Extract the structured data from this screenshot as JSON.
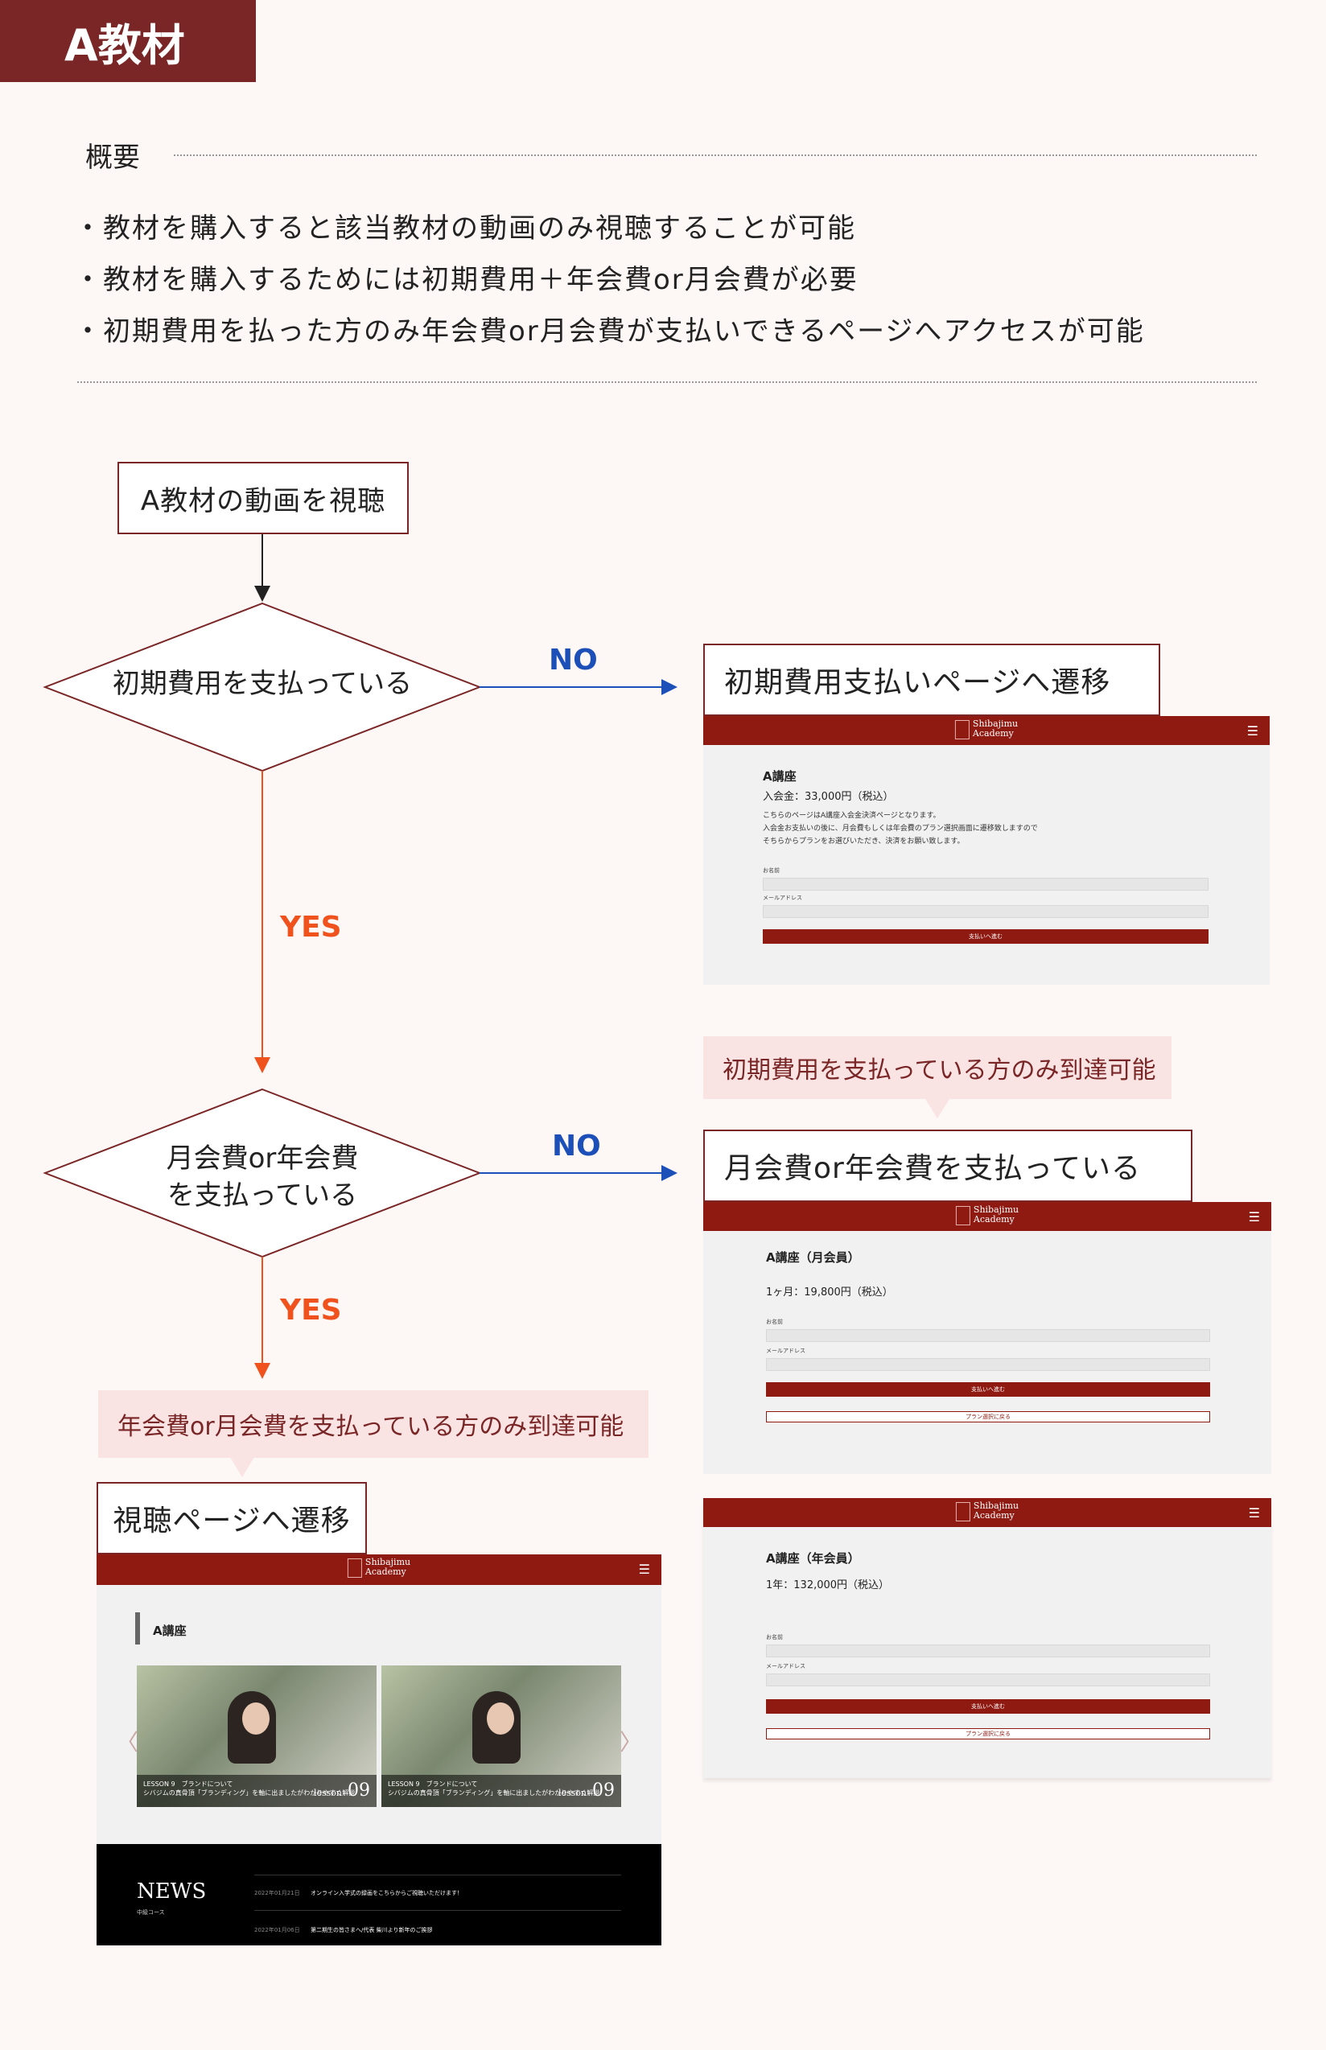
{
  "header": {
    "title": "A教材"
  },
  "overview": {
    "label": "概要",
    "bullets": [
      "・教材を購入すると該当教材の動画のみ視聴することが可能",
      "・教材を購入するためには初期費用＋年会費or月会費が必要",
      "・初期費用を払った方のみ年会費or月会費が支払いできるページへアクセスが可能"
    ]
  },
  "flow": {
    "start": "A教材の動画を視聴",
    "decision1": "初期費用を支払っている",
    "decision2_line1": "月会費or年会費",
    "decision2_line2": "を支払っている",
    "no_label": "NO",
    "yes_label": "YES",
    "result1": "初期費用支払いページへ遷移",
    "note1": "初期費用を支払っている方のみ到達可能",
    "result2": "月会費or年会費を支払っている",
    "note2": "年会費or月会費を支払っている方のみ到達可能",
    "result3": "視聴ページへ遷移"
  },
  "colors": {
    "brand": "#7a2626",
    "header_red": "#8f1a12",
    "no": "#1c4fb8",
    "yes": "#f0521d",
    "note_bg": "#f9e3e3"
  },
  "screen_common": {
    "logo_line1": "Shibajimu",
    "logo_line2": "Academy",
    "menu_icon": "☰"
  },
  "screen_entry": {
    "heading": "A講座",
    "price": "入会金：33,000円（税込）",
    "desc1": "こちらのページはA講座入会金決済ページとなります。",
    "desc2": "入会金お支払いの後に、月会費もしくは年会費のプラン選択画面に遷移致しますので",
    "desc3": "そちらからプランをお選びいただき、決済をお願い致します。",
    "name_label": "お名前",
    "email_label": "メールアドレス",
    "button": "支払いへ進む"
  },
  "screen_monthly": {
    "heading": "A講座（月会員）",
    "price": "1ヶ月：19,800円（税込）",
    "name_label": "お名前",
    "email_label": "メールアドレス",
    "button": "支払いへ進む",
    "back_button": "プラン選択に戻る"
  },
  "screen_yearly": {
    "heading": "A講座（年会員）",
    "price": "1年：132,000円（税込）",
    "name_label": "お名前",
    "email_label": "メールアドレス",
    "button": "支払いへ進む",
    "back_button": "プラン選択に戻る"
  },
  "screen_view": {
    "heading": "A講座",
    "card1_caption1": "LESSON 9　ブランドについて",
    "card1_caption2": "シバジムの真骨頂「ブランディング」を軸に出ましたがわかりやすく解説",
    "card2_caption1": "LESSON 9　ブランドについて",
    "card2_caption2": "シバジムの真骨頂「ブランディング」を軸に出ましたがわかりやすく解説",
    "card_num": "09",
    "card_num_prefix": "lesson",
    "news_title": "NEWS",
    "news_sub": "中級コース",
    "news1_date": "2022年01月21日",
    "news1_text": "オンライン入学式の録画をこちらからご視聴いただけます！",
    "news2_date": "2022年01月06日",
    "news2_text": "第二期生の皆さまへ/代表 柴川より新年のご挨拶",
    "prev": "〈",
    "next": "〉"
  }
}
